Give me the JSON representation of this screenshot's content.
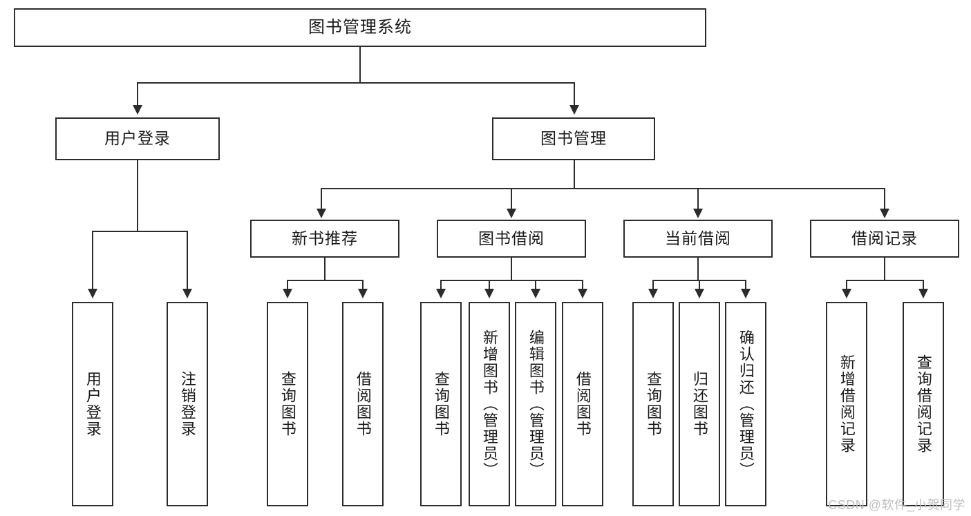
{
  "diagram": {
    "type": "tree",
    "title": "图书管理系统",
    "root": {
      "label": "图书管理系统"
    },
    "level2": [
      {
        "label": "用户登录"
      },
      {
        "label": "图书管理"
      }
    ],
    "level3": [
      {
        "label": "新书推荐"
      },
      {
        "label": "图书借阅"
      },
      {
        "label": "当前借阅"
      },
      {
        "label": "借阅记录"
      }
    ],
    "leaves": {
      "user_login": [
        {
          "label": "用户登录"
        },
        {
          "label": "注销登录"
        }
      ],
      "new_book_recommend": [
        {
          "label": "查询图书"
        },
        {
          "label": "借阅图书"
        }
      ],
      "book_borrow": [
        {
          "label": "查询图书"
        },
        {
          "label": "新增图书（管理员）"
        },
        {
          "label": "编辑图书（管理员）"
        },
        {
          "label": "借阅图书"
        }
      ],
      "current_borrow": [
        {
          "label": "查询图书"
        },
        {
          "label": "归还图书"
        },
        {
          "label": "确认归还（管理员）"
        }
      ],
      "borrow_record": [
        {
          "label": "新增借阅记录"
        },
        {
          "label": "查询借阅记录"
        }
      ]
    }
  },
  "watermark": {
    "text": "CSDN @软件_小贺同学"
  },
  "colors": {
    "stroke": "#2b2b2b",
    "background": "#ffffff",
    "text": "#1a1a1a",
    "watermark": "#bfbfbf"
  }
}
